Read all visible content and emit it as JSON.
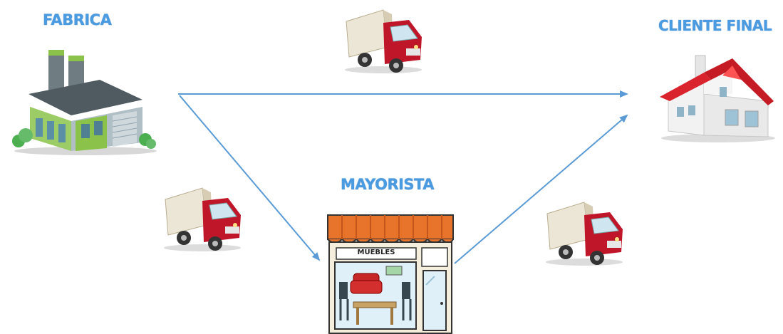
{
  "nodes": {
    "fabrica": "FABRICA",
    "cliente_final": "CLIENTE FINAL",
    "mayorista": "MAYORISTA"
  },
  "store_sign": "MUEBLES",
  "colors": {
    "label_blue": "#4a9be0",
    "arrow_blue": "#5b9bd5",
    "truck_red": "#c0162a",
    "roof_red": "#d9232d",
    "awning_orange": "#e8732a"
  },
  "icons": [
    "factory-icon",
    "house-icon",
    "furniture-store-icon",
    "truck-icon"
  ]
}
